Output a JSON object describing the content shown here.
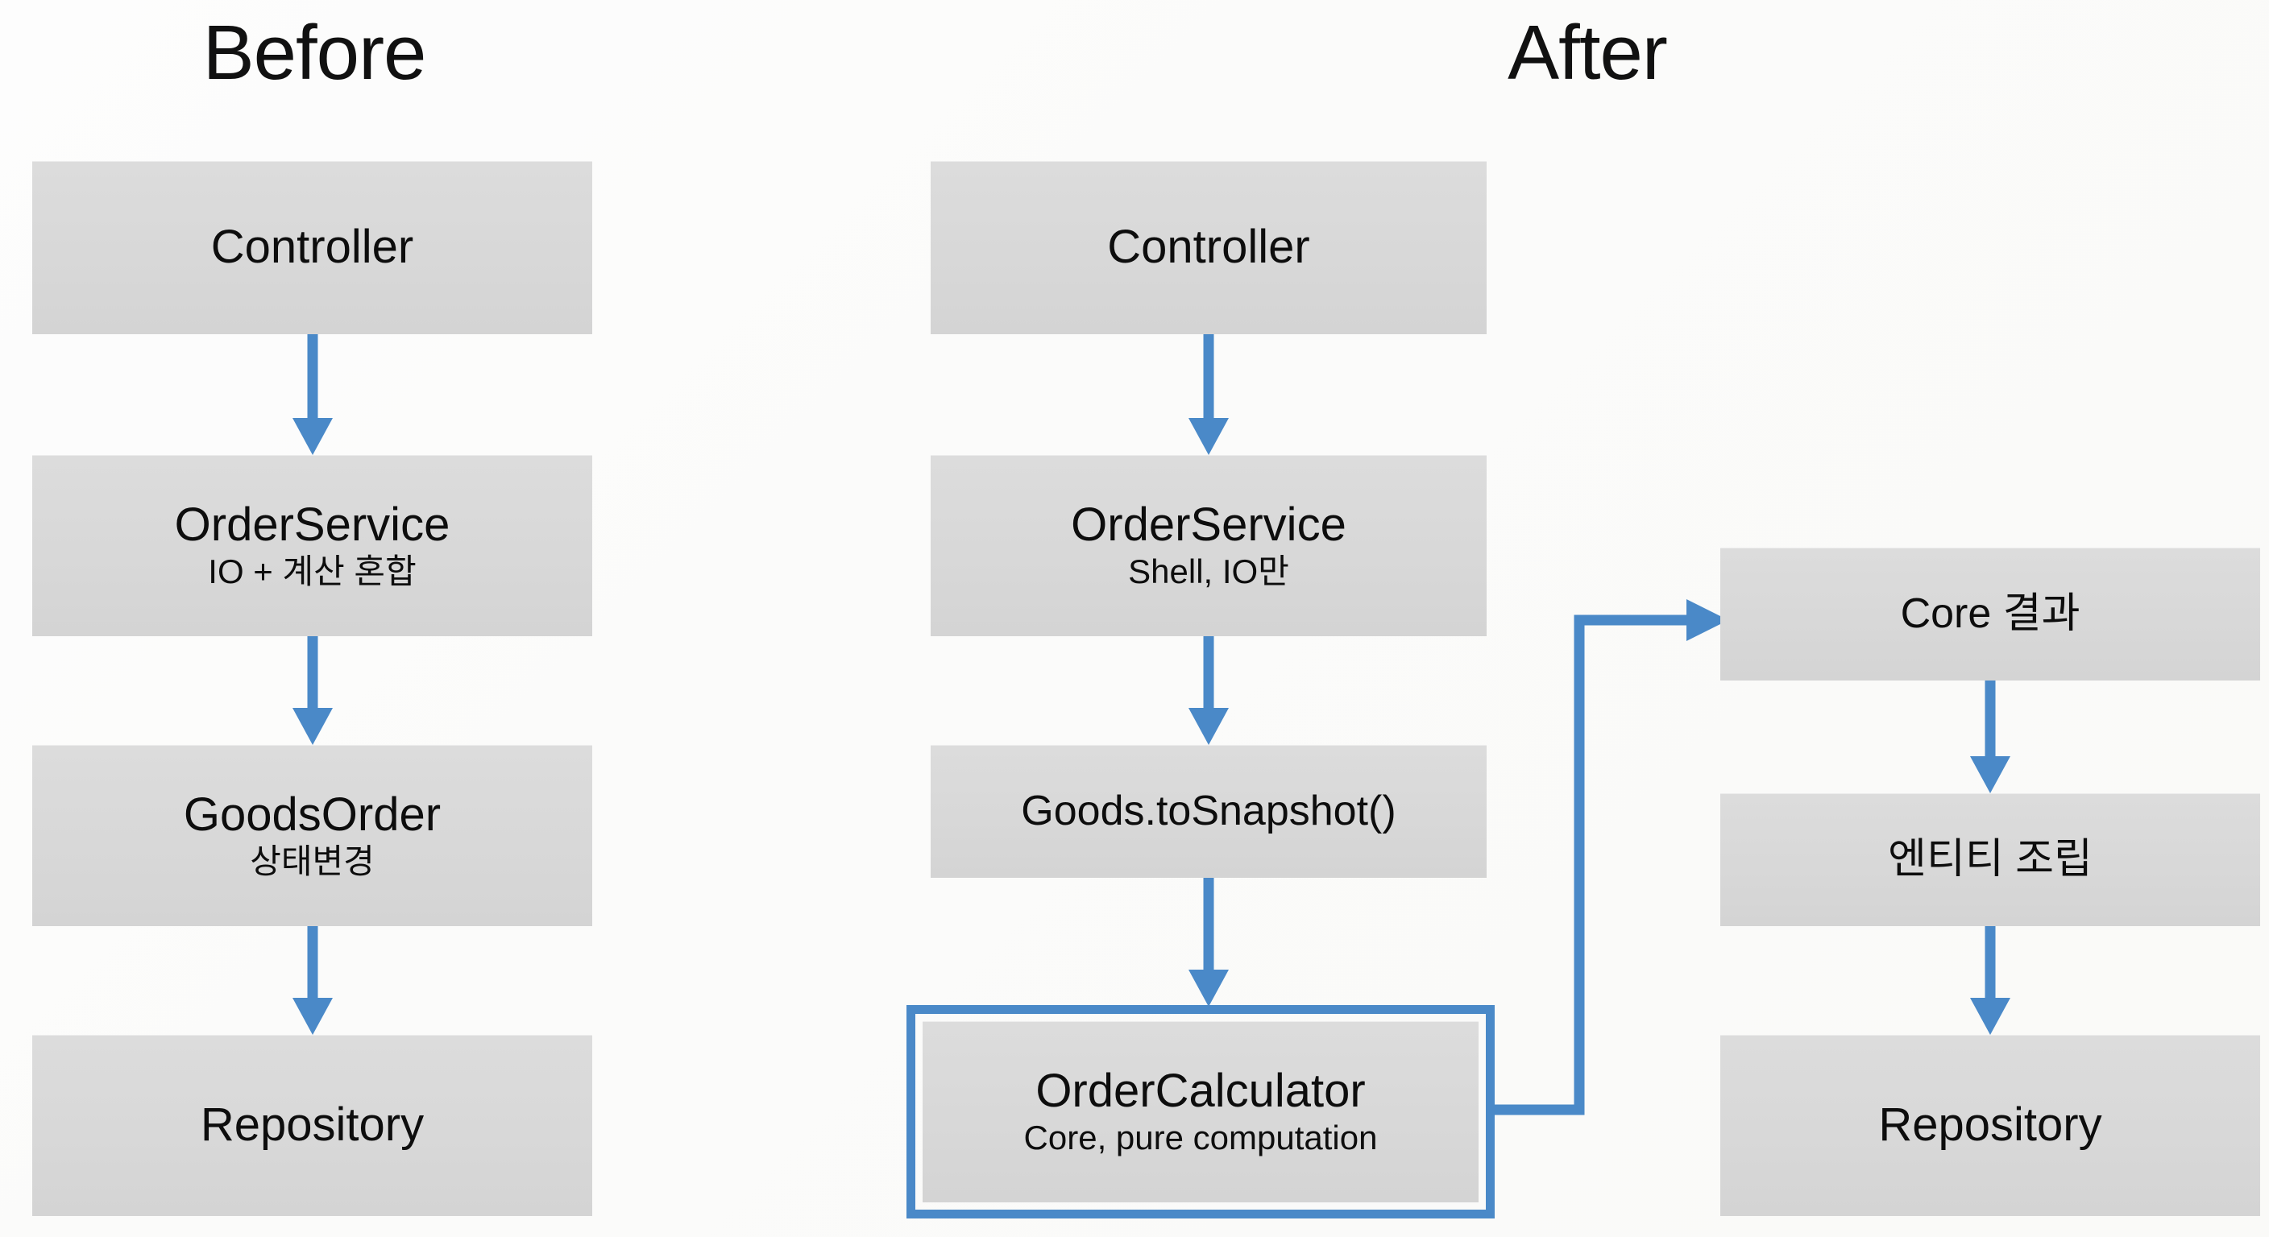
{
  "diagram": {
    "type": "flowchart",
    "accent_color": "#4a89c8",
    "node_fill_color": "#d8d8d8",
    "background_color": "#fdfdfd",
    "text_color": "#0d0d0d"
  },
  "columns": {
    "before": {
      "title": "Before"
    },
    "after": {
      "title": "After"
    }
  },
  "before_flow": {
    "nodes": [
      {
        "title": "Controller",
        "sub": ""
      },
      {
        "title": "OrderService",
        "sub": "IO + 계산 혼합"
      },
      {
        "title": "GoodsOrder",
        "sub": "상태변경"
      },
      {
        "title": "Repository",
        "sub": ""
      }
    ]
  },
  "after_flow_main": {
    "nodes": [
      {
        "title": "Controller",
        "sub": ""
      },
      {
        "title": "OrderService",
        "sub": "Shell, IO만"
      },
      {
        "title": "Goods.toSnapshot()",
        "sub": ""
      },
      {
        "title": "OrderCalculator",
        "sub": "Core, pure computation",
        "highlight": true
      }
    ]
  },
  "after_flow_side": {
    "nodes": [
      {
        "title": "Core 결과",
        "sub": ""
      },
      {
        "title": "엔티티 조립",
        "sub": ""
      },
      {
        "title": "Repository",
        "sub": ""
      }
    ]
  }
}
